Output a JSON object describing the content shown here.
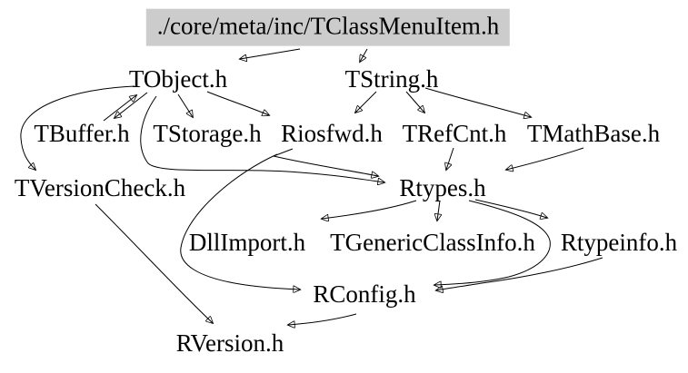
{
  "diagram": {
    "type": "include-dependency-graph",
    "background_color": "#ffffff",
    "edge_color": "#000000",
    "highlight_node_bg": "#cccccc"
  },
  "nodes": {
    "title": {
      "label": "./core/meta/inc/TClassMenuItem.h",
      "highlighted": true
    },
    "tobject": {
      "label": "TObject.h"
    },
    "tstring": {
      "label": "TString.h"
    },
    "tbuffer": {
      "label": "TBuffer.h"
    },
    "tstorage": {
      "label": "TStorage.h"
    },
    "riosfwd": {
      "label": "Riosfwd.h"
    },
    "trefcnt": {
      "label": "TRefCnt.h"
    },
    "tmathbase": {
      "label": "TMathBase.h"
    },
    "tversioncheck": {
      "label": "TVersionCheck.h"
    },
    "rtypes": {
      "label": "Rtypes.h"
    },
    "dllimport": {
      "label": "DllImport.h"
    },
    "tgenericclassinfo": {
      "label": "TGenericClassInfo.h"
    },
    "rtypeinfo": {
      "label": "Rtypeinfo.h"
    },
    "rconfig": {
      "label": "RConfig.h"
    },
    "rversion": {
      "label": "RVersion.h"
    }
  },
  "edges": [
    {
      "from": "./core/meta/inc/TClassMenuItem.h",
      "to": "TObject.h"
    },
    {
      "from": "./core/meta/inc/TClassMenuItem.h",
      "to": "TString.h"
    },
    {
      "from": "TObject.h",
      "to": "TBuffer.h"
    },
    {
      "from": "TBuffer.h",
      "to": "TObject.h"
    },
    {
      "from": "TObject.h",
      "to": "TStorage.h"
    },
    {
      "from": "TObject.h",
      "to": "Riosfwd.h"
    },
    {
      "from": "TObject.h",
      "to": "TVersionCheck.h"
    },
    {
      "from": "TObject.h",
      "to": "Rtypes.h"
    },
    {
      "from": "TString.h",
      "to": "Riosfwd.h"
    },
    {
      "from": "TString.h",
      "to": "TRefCnt.h"
    },
    {
      "from": "TString.h",
      "to": "TMathBase.h"
    },
    {
      "from": "TRefCnt.h",
      "to": "Rtypes.h"
    },
    {
      "from": "TMathBase.h",
      "to": "Rtypes.h"
    },
    {
      "from": "Riosfwd.h",
      "to": "Rtypes.h"
    },
    {
      "from": "Riosfwd.h",
      "to": "RConfig.h"
    },
    {
      "from": "Rtypes.h",
      "to": "DllImport.h"
    },
    {
      "from": "Rtypes.h",
      "to": "TGenericClassInfo.h"
    },
    {
      "from": "Rtypes.h",
      "to": "Rtypeinfo.h"
    },
    {
      "from": "Rtypes.h",
      "to": "RConfig.h"
    },
    {
      "from": "Rtypeinfo.h",
      "to": "RConfig.h"
    },
    {
      "from": "RConfig.h",
      "to": "RVersion.h"
    },
    {
      "from": "TVersionCheck.h",
      "to": "RVersion.h"
    }
  ]
}
